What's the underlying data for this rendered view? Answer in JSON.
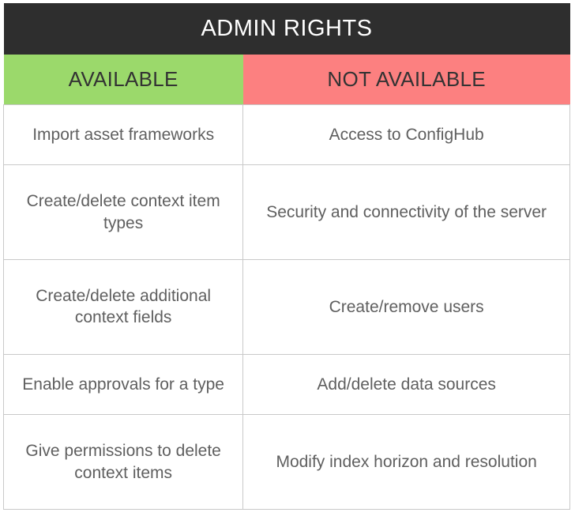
{
  "table": {
    "title": "ADMIN RIGHTS",
    "columns": [
      {
        "label": "AVAILABLE",
        "color": "#9bd96b"
      },
      {
        "label": "NOT AVAILABLE",
        "color": "#fc8080"
      }
    ],
    "title_bar_color": "#2e2e2e",
    "title_text_color": "#ffffff",
    "body_text_color": "#5f5f5f",
    "border_color": "#c9c9c9",
    "rows": [
      {
        "available": "Import asset frameworks",
        "not_available": "Access to ConfigHub"
      },
      {
        "available": "Create/delete context item types",
        "not_available": "Security and connectivity of the server"
      },
      {
        "available": "Create/delete additional context fields",
        "not_available": "Create/remove users"
      },
      {
        "available": "Enable approvals for a type",
        "not_available": "Add/delete data sources"
      },
      {
        "available": "Give permissions to delete context items",
        "not_available": "Modify index horizon and resolution"
      }
    ]
  }
}
